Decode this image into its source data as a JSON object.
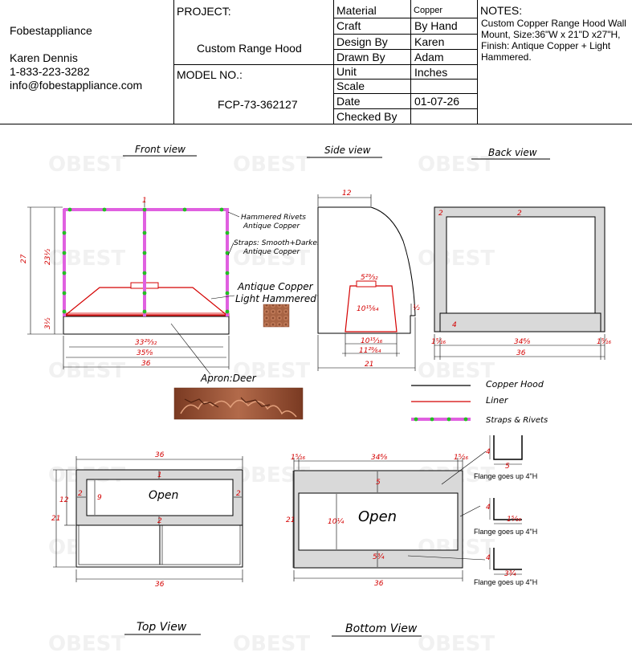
{
  "company": {
    "name": "Fobestappliance",
    "contact_name": "Karen Dennis",
    "phone": "1-833-223-3282",
    "email": "info@fobestappliance.com"
  },
  "project": {
    "label": "PROJECT:",
    "value": "Custom Range Hood",
    "model_label": "MODEL NO.:",
    "model_value": "FCP-73-362127"
  },
  "specs": [
    {
      "label": "Material",
      "value": "Copper"
    },
    {
      "label": "Craft",
      "value": "By Hand"
    },
    {
      "label": "Design By",
      "value": "Karen"
    },
    {
      "label": "Drawn By",
      "value": "Adam"
    },
    {
      "label": "Unit",
      "value": "Inches"
    },
    {
      "label": "Scale",
      "value": ""
    },
    {
      "label": "Date",
      "value": "01-07-26"
    },
    {
      "label": "Checked By",
      "value": ""
    }
  ],
  "notes": {
    "label": "NOTES:",
    "text": "Custom Copper Range Hood Wall Mount, Size:36\"W x 21\"D x27\"H, Finish: Antique Copper + Light Hammered."
  },
  "watermark": "OBEST",
  "views": {
    "front": "Front view",
    "side": "Side view",
    "back": "Back view",
    "top": "Top View",
    "bottom": "Bottom View"
  },
  "callouts": {
    "hammered_rivets_1": "Hammered Rivets",
    "hammered_rivets_2": "Antique Copper",
    "straps_1": "Straps: Smooth+Darker",
    "straps_2": "Antique Copper",
    "finish_1": "Antique Copper",
    "finish_2": "Light Hammered",
    "apron": "Apron:Deer"
  },
  "legend": [
    {
      "label": "Copper Hood",
      "color": "#000000"
    },
    {
      "label": "Liner",
      "color": "#d40000"
    },
    {
      "label": "Straps & Rivets",
      "color": "#e060e0",
      "dot_color": "#22c022"
    }
  ],
  "front_dims": {
    "top": "1",
    "h_total": "27",
    "h_upper": "23½",
    "h_apron": "3½",
    "w_inner": "33²⁹⁄₃₂",
    "w_liner": "35⁶⁄₈",
    "w_total": "36"
  },
  "side_dims": {
    "top": "12",
    "liner_top": "5²⁹⁄₃₂",
    "liner_h": "10¹⁵⁄₆₄",
    "step": "½",
    "liner_b1": "10¹⁵⁄₁₆",
    "liner_b2": "11²⁹⁄₆₄",
    "depth": "21"
  },
  "back_dims": {
    "side_l": "2",
    "top": "2",
    "bottom": "4",
    "left_w": "1⁵⁄₁₆",
    "mid_w": "34⁶⁄₈",
    "right_w": "1⁵⁄₁₆",
    "total": "36"
  },
  "top_dims": {
    "top_w": "36",
    "d_outer": "21",
    "d_inner": "12",
    "rail_top": "1",
    "side_l": "2",
    "open_d": "9",
    "side_r": "2",
    "rail_b": "2",
    "bottom_w": "36",
    "open": "Open"
  },
  "bottom_dims": {
    "l": "1⁵⁄₁₆",
    "mid": "34⁶⁄₈",
    "r": "1⁵⁄₁₆",
    "depth": "21",
    "front": "5",
    "open_d": "10¼",
    "back": "5¾",
    "w": "36",
    "open": "Open"
  },
  "flanges": [
    {
      "h": "4",
      "w": "5",
      "note": "Flange goes up 4\"H"
    },
    {
      "h": "4",
      "w": "1⁵⁄₁₆",
      "note": "Flange goes up 4\"H"
    },
    {
      "h": "4",
      "w": "3¾",
      "note": "Flange goes up 4\"H"
    }
  ]
}
